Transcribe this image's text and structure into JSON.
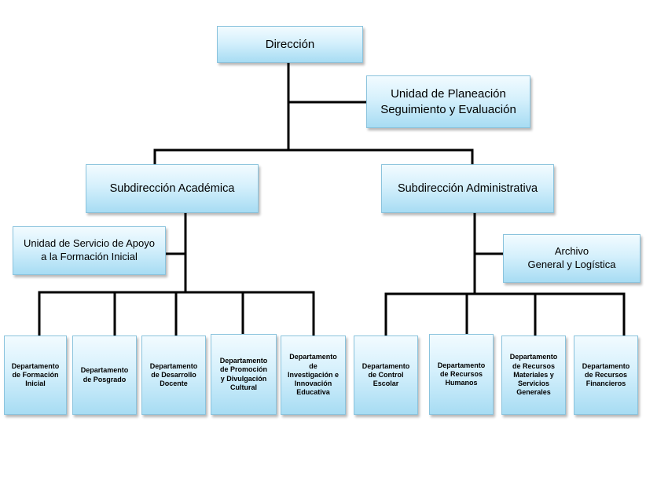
{
  "org_chart": {
    "direccion": "Dirección",
    "unidad_planeacion": "Unidad de Planeación\nSeguimiento y Evaluación",
    "subdireccion_academica": "Subdirección Académica",
    "subdireccion_administrativa": "Subdirección Administrativa",
    "unidad_servicio_apoyo": "Unidad de Servicio de Apoyo\na la Formación Inicial",
    "archivo": "Archivo\nGeneral y Logística",
    "departamentos_academicos": [
      "Departamento\nde Formación\nInicial",
      "Departamento\nde Posgrado",
      "Departamento\nde Desarrollo\nDocente",
      "Departamento\nde Promoción\ny Divulgación\nCultural",
      "Departamento\nde\nInvestigación e\nInnovación\nEducativa"
    ],
    "departamentos_administrativos": [
      "Departamento\nde Control\nEscolar",
      "Departamento\nde Recursos\nHumanos",
      "Departamento\nde Recursos\nMateriales y\nServicios\nGenerales",
      "Departamento\nde Recursos\nFinancieros"
    ]
  }
}
